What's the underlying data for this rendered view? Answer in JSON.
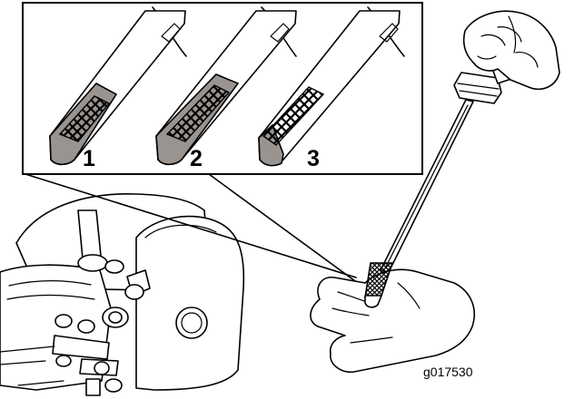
{
  "callout": {
    "labels": [
      "1",
      "2",
      "3"
    ]
  },
  "figure_ref": "g017530",
  "colors": {
    "line": "#000000",
    "oil_fill": "#9a9490",
    "background": "#ffffff"
  }
}
